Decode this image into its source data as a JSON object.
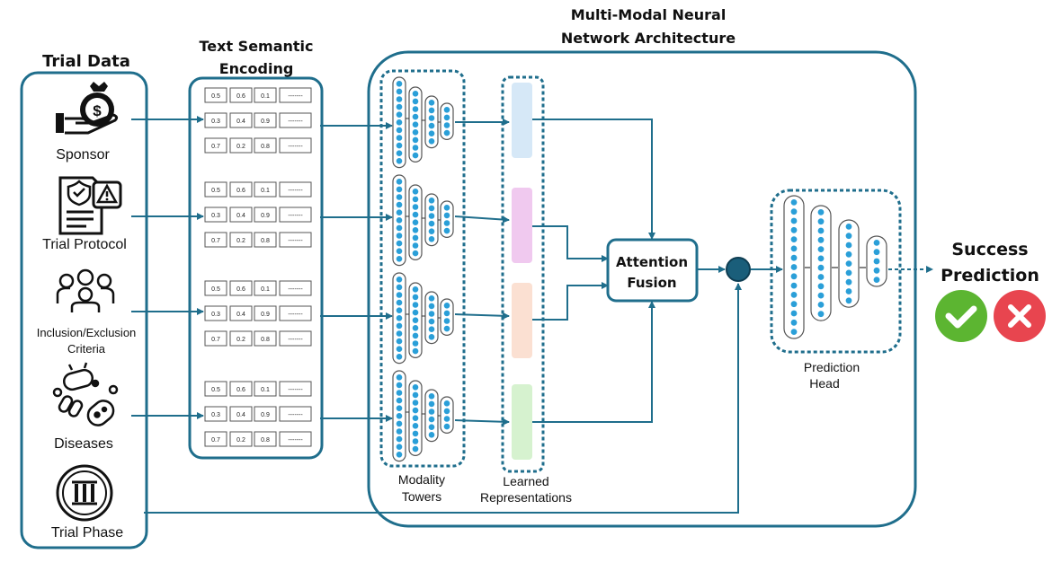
{
  "colors": {
    "frame": "#1f6e8c",
    "node": "#2a9fd8",
    "arrow": "#1f6e8c",
    "success": "#5cb531",
    "fail": "#e8454f",
    "rep_colors": [
      "#d6e8f7",
      "#f0c9ef",
      "#fbe0d2",
      "#d6f2cf"
    ]
  },
  "titles": {
    "trial_data": "Trial Data",
    "text_encoding_1": "Text Semantic",
    "text_encoding_2": "Encoding",
    "architecture_1": "Multi-Modal Neural",
    "architecture_2": "Network Architecture",
    "success_1": "Success",
    "success_2": "Prediction"
  },
  "inputs": [
    {
      "label": "Sponsor",
      "icon": "money-bag-hand-icon"
    },
    {
      "label": "Trial Protocol",
      "icon": "protocol-document-icon"
    },
    {
      "label_1": "Inclusion/Exclusion",
      "label_2": "Criteria",
      "icon": "people-group-icon"
    },
    {
      "label": "Diseases",
      "icon": "bacteria-icon"
    },
    {
      "label": "Trial Phase",
      "icon": "phase-three-seal-icon"
    }
  ],
  "encoding_rows": [
    [
      "0.5",
      "0.6",
      "0.1",
      "-------"
    ],
    [
      "0.3",
      "0.4",
      "0.9",
      "-------"
    ],
    [
      "0.7",
      "0.2",
      "0.8",
      "-------"
    ]
  ],
  "labels": {
    "towers_1": "Modality",
    "towers_2": "Towers",
    "learned_1": "Learned",
    "learned_2": "Representations",
    "attention_1": "Attention",
    "attention_2": "Fusion",
    "head_1": "Prediction",
    "head_2": "Head"
  },
  "icons": {
    "success": "check-icon",
    "fail": "cross-icon"
  }
}
